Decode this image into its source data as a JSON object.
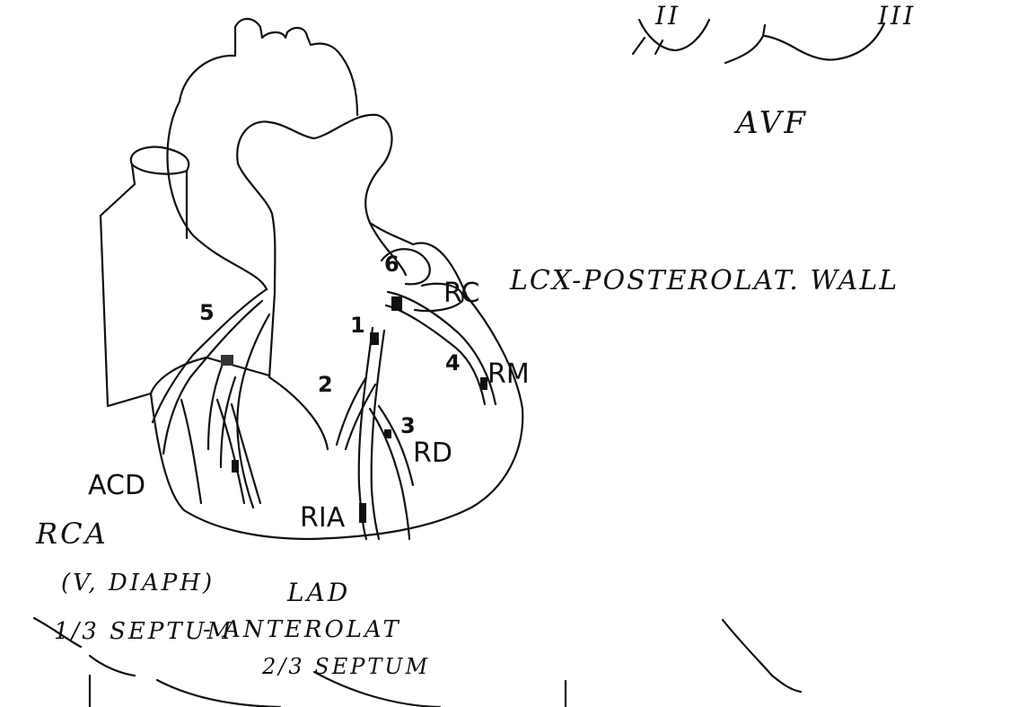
{
  "ink_color": "#111111",
  "background_color": "#ffffff",
  "ecg": {
    "lead_ii": "II",
    "lead_iii": "III",
    "lead_avf": "AVF"
  },
  "segments": {
    "seg_1": "1",
    "seg_2": "2",
    "seg_3": "3",
    "seg_4": "4",
    "seg_5": "5",
    "seg_6": "6"
  },
  "vessels": {
    "rc": "RC",
    "rm": "RM",
    "rd": "RD",
    "ria": "RIA",
    "acd": "ACD"
  },
  "notes": {
    "lcx": "LCX-POSTEROLAT. WALL",
    "rca": "RCA",
    "rca_desc": "(V, DIAPH)",
    "rca_septum": "1/3 SEPTUM",
    "lad": "LAD",
    "lad_desc": "- ANTEROLAT",
    "lad_septum": "2/3 SEPTUM"
  }
}
